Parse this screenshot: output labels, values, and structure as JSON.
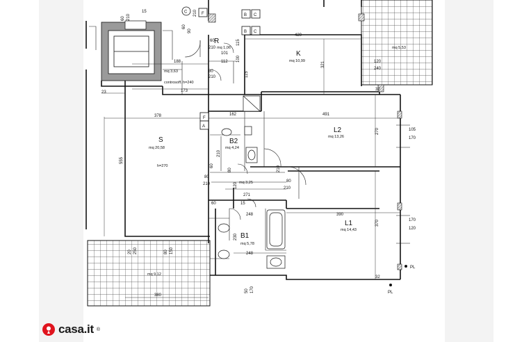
{
  "rooms": {
    "R": {
      "label": "R",
      "area": "mq 1,06"
    },
    "K": {
      "label": "K",
      "area": "mq 10,99"
    },
    "S": {
      "label": "S",
      "area": "mq 20,58",
      "height": "h=270"
    },
    "L2": {
      "label": "L2",
      "area": "mq 13,26"
    },
    "B2": {
      "label": "B2",
      "area": "mq 4,24"
    },
    "L1": {
      "label": "L1",
      "area": "mq 14,43"
    },
    "B1": {
      "label": "B1",
      "area": "mq 5,78"
    }
  },
  "areas": {
    "stair": "mq 3,63",
    "hall": "mq 3,25",
    "terrace_right": "mq 5,53",
    "terrace_bottom": "mq 9,12",
    "false_ceiling": "controsoff. h=240"
  },
  "markers": {
    "c_circle": "C",
    "f_top": "F",
    "f_left": "F",
    "a_left": "A",
    "b1": "B",
    "c1": "C",
    "b2": "B",
    "c2": "C",
    "pl1": "PL",
    "pl2": "PL"
  },
  "dims": {
    "d60a": "60",
    "d210a": "210",
    "d15": "15",
    "d60b": "60",
    "d90": "90",
    "d210b": "210",
    "d60r": "60",
    "d210r": "210",
    "d101": "101",
    "d112": "112",
    "d115a": "115",
    "d100": "100",
    "d188": "188",
    "d80a": "80",
    "d210c": "210",
    "d115b": "115",
    "d173": "173",
    "d23": "23",
    "d420": "420",
    "d321": "321",
    "d120k": "120",
    "d240k": "240",
    "d32": "32",
    "d378": "378",
    "d162": "162",
    "d491": "491",
    "d270a": "270",
    "d105": "105",
    "d170a": "170",
    "d555": "555",
    "d80b": "80",
    "d210d": "210",
    "d210e": "210",
    "d80c": "80",
    "d210f": "210",
    "d60c": "60",
    "d120a": "120",
    "d80d": "80",
    "d210g": "210",
    "d271": "271",
    "d60d": "60",
    "d15b": "15",
    "d248a": "248",
    "d390": "390",
    "d370": "370",
    "d170b": "170",
    "d120b": "120",
    "d230": "230",
    "d248b": "248",
    "d32b": "32",
    "d50": "50",
    "d170c": "170",
    "d20": "20",
    "d250": "250",
    "d80e": "80",
    "d150": "150",
    "d380": "380"
  },
  "brand": {
    "name": "casa.it",
    "mark": "®"
  },
  "colors": {
    "brand_red": "#e0141e",
    "wall_gray": "#9a9a9a"
  }
}
